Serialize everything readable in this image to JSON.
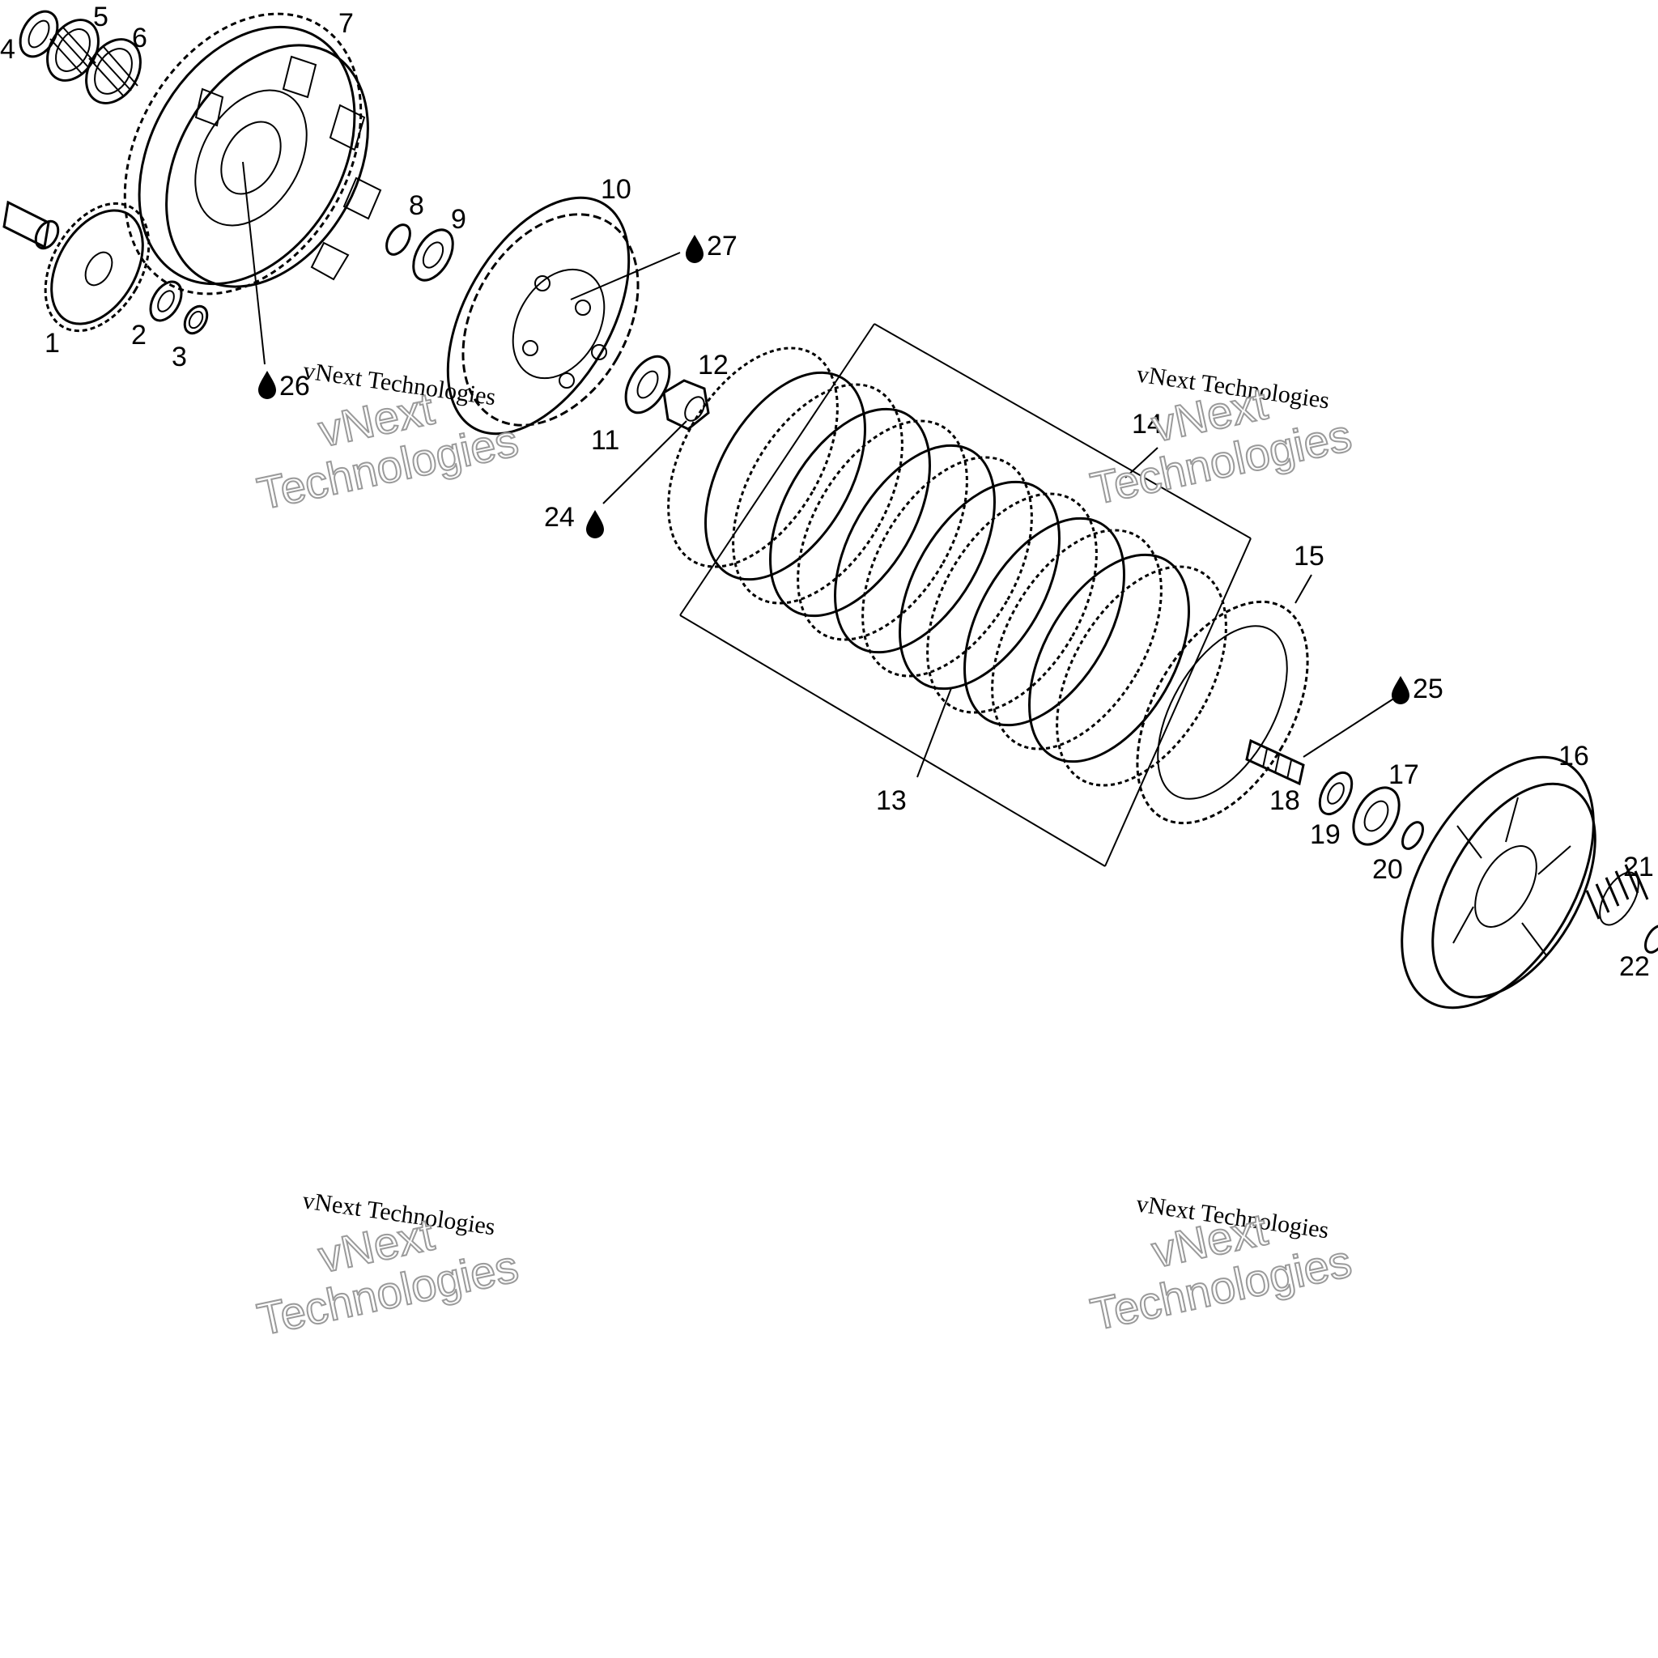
{
  "parts": {
    "p1": "1",
    "p2": "2",
    "p3": "3",
    "p4": "4",
    "p5": "5",
    "p6": "6",
    "p7": "7",
    "p8": "8",
    "p9": "9",
    "p10": "10",
    "p11": "11",
    "p12": "12",
    "p13": "13",
    "p14": "14",
    "p15": "15",
    "p16": "16",
    "p17": "17",
    "p18": "18",
    "p19": "19",
    "p20": "20",
    "p21": "21",
    "p22": "22",
    "p24": "24",
    "p25": "25",
    "p26": "26",
    "p27": "27"
  },
  "watermark": {
    "line1": "vNext Technologies",
    "line2a": "vNext",
    "line2b": "Technologies"
  }
}
